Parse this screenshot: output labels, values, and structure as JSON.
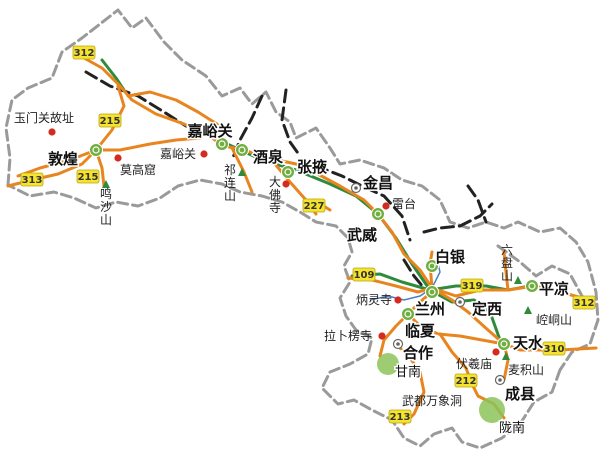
{
  "cities": [
    {
      "id": "dunhuang",
      "label": "敦煌",
      "major": true
    },
    {
      "id": "jiayuguan",
      "label": "嘉峪关",
      "major": true
    },
    {
      "id": "jiuquan",
      "label": "酒泉",
      "major": true
    },
    {
      "id": "zhangye",
      "label": "张掖",
      "major": true
    },
    {
      "id": "jinchang",
      "label": "金昌",
      "major": true
    },
    {
      "id": "wuwei",
      "label": "武威",
      "major": true
    },
    {
      "id": "baiyin",
      "label": "白银",
      "major": true
    },
    {
      "id": "lanzhou",
      "label": "兰州",
      "major": true
    },
    {
      "id": "dingxi",
      "label": "定西",
      "major": true
    },
    {
      "id": "pingliang",
      "label": "平凉",
      "major": true
    },
    {
      "id": "linxia",
      "label": "临夏",
      "major": true
    },
    {
      "id": "hezuo",
      "label": "合作",
      "major": true
    },
    {
      "id": "tianshui",
      "label": "天水",
      "major": true
    },
    {
      "id": "chengxian",
      "label": "成县",
      "major": true
    },
    {
      "id": "gannan",
      "label": "甘南",
      "major": false
    },
    {
      "id": "longnan",
      "label": "陇南",
      "major": false
    }
  ],
  "attractions": [
    {
      "id": "yumenguan",
      "label": "玉门关故址",
      "kind": "site"
    },
    {
      "id": "mogaoku",
      "label": "莫高窟",
      "kind": "site"
    },
    {
      "id": "mingshashan",
      "label": "鸣沙山",
      "kind": "mountain"
    },
    {
      "id": "jiayuguan-pass",
      "label": "嘉峪关",
      "kind": "site"
    },
    {
      "id": "qilianshan",
      "label": "祁连山",
      "kind": "mountain"
    },
    {
      "id": "dafosi",
      "label": "大佛寺",
      "kind": "site"
    },
    {
      "id": "leitai",
      "label": "雷台",
      "kind": "site"
    },
    {
      "id": "liupanshan",
      "label": "六盘山",
      "kind": "mountain"
    },
    {
      "id": "kongtongshan",
      "label": "崆峒山",
      "kind": "mountain"
    },
    {
      "id": "binglingsi",
      "label": "炳灵寺",
      "kind": "site"
    },
    {
      "id": "labulengsi",
      "label": "拉卜楞寺",
      "kind": "site"
    },
    {
      "id": "fuximiao",
      "label": "伏羲庙",
      "kind": "site"
    },
    {
      "id": "maijishan",
      "label": "麦积山",
      "kind": "mountain"
    },
    {
      "id": "wudu-cave",
      "label": "武都万象洞",
      "kind": "site"
    }
  ],
  "road_shields": [
    {
      "id": "r312-west",
      "label": "312"
    },
    {
      "id": "r215-north",
      "label": "215"
    },
    {
      "id": "r215-south",
      "label": "215"
    },
    {
      "id": "r313",
      "label": "313"
    },
    {
      "id": "r227",
      "label": "227"
    },
    {
      "id": "r109",
      "label": "109"
    },
    {
      "id": "r319",
      "label": "319"
    },
    {
      "id": "r312-east",
      "label": "312"
    },
    {
      "id": "r310",
      "label": "310"
    },
    {
      "id": "r212",
      "label": "212"
    },
    {
      "id": "r213",
      "label": "213"
    }
  ],
  "colors": {
    "road": "#e8851e",
    "rail": "#2e8b3c",
    "great_wall": "#222222",
    "border": "#9a9a9a",
    "city_ring": "#6fae3f",
    "attraction_dot": "#d42b1e",
    "mountain": "#2e8b3c",
    "shield_fill": "#f6e32c"
  }
}
